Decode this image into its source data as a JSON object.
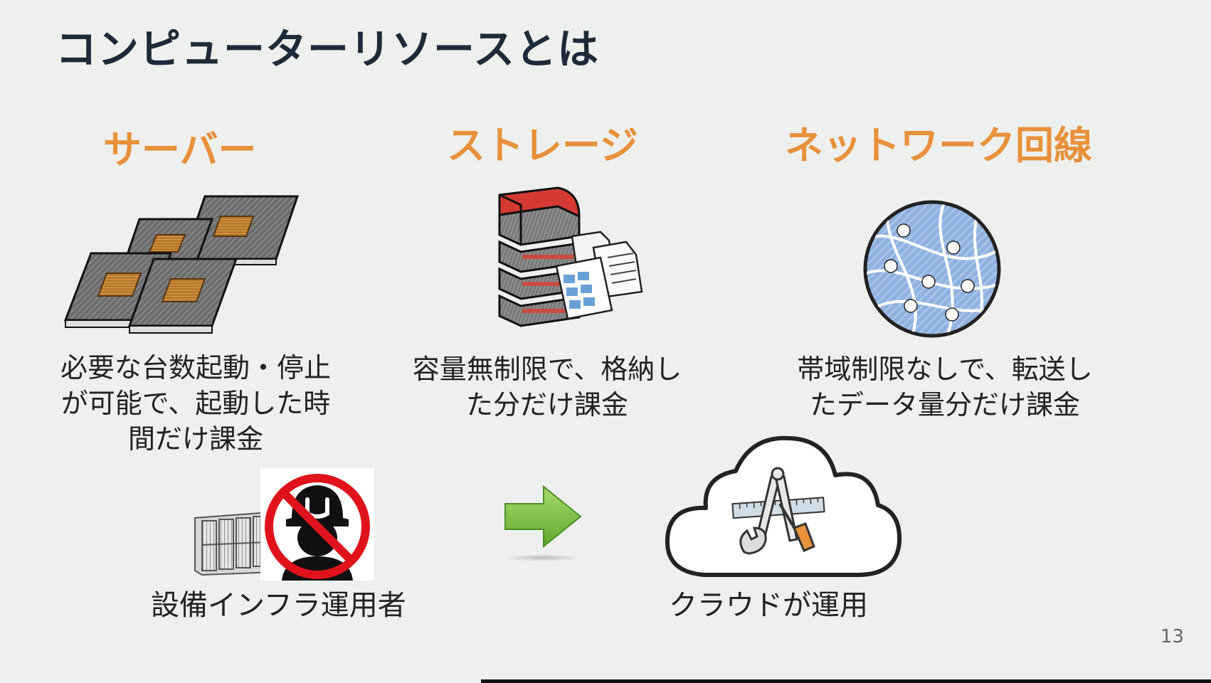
{
  "slide": {
    "title": "コンピューターリソースとは",
    "page_number": "13"
  },
  "columns": [
    {
      "heading": "サーバー",
      "icon": "server-chips-icon",
      "description_lines": [
        "必要な台数起動・停止",
        "が可能で、起動した時",
        "間だけ課金"
      ]
    },
    {
      "heading": "ストレージ",
      "icon": "storage-server-icon",
      "description_lines": [
        "容量無制限で、格納し",
        "た分だけ課金"
      ]
    },
    {
      "heading": "ネットワーク回線",
      "icon": "network-globe-icon",
      "description_lines": [
        "帯域制限なしで、転送し",
        "たデータ量分だけ課金"
      ]
    }
  ],
  "bottom": {
    "left_label": "設備インフラ運用者",
    "right_label": "クラウドが運用"
  },
  "colors": {
    "background": "#eef0ee",
    "title": "#1c2a39",
    "heading": "#e8913a",
    "arrow": "#7dc242",
    "prohibit": "#e0121b"
  }
}
